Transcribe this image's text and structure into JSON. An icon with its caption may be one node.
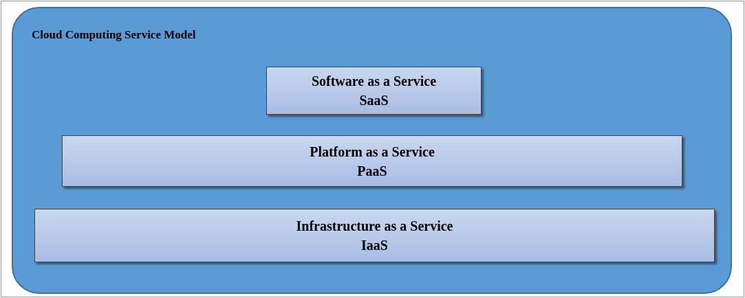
{
  "diagram": {
    "nodes": [
      {
        "text": [
          "Cloud Computing Service Model"
        ]
      },
      {
        "text": [
          "Software as a Service",
          "SaaS"
        ],
        "in": 0
      },
      {
        "text": [
          "Platform as a Service",
          "PaaS"
        ],
        "in": 0
      },
      {
        "text": [
          "Infrastructure as a Service",
          "IaaS"
        ],
        "in": 0
      }
    ]
  }
}
